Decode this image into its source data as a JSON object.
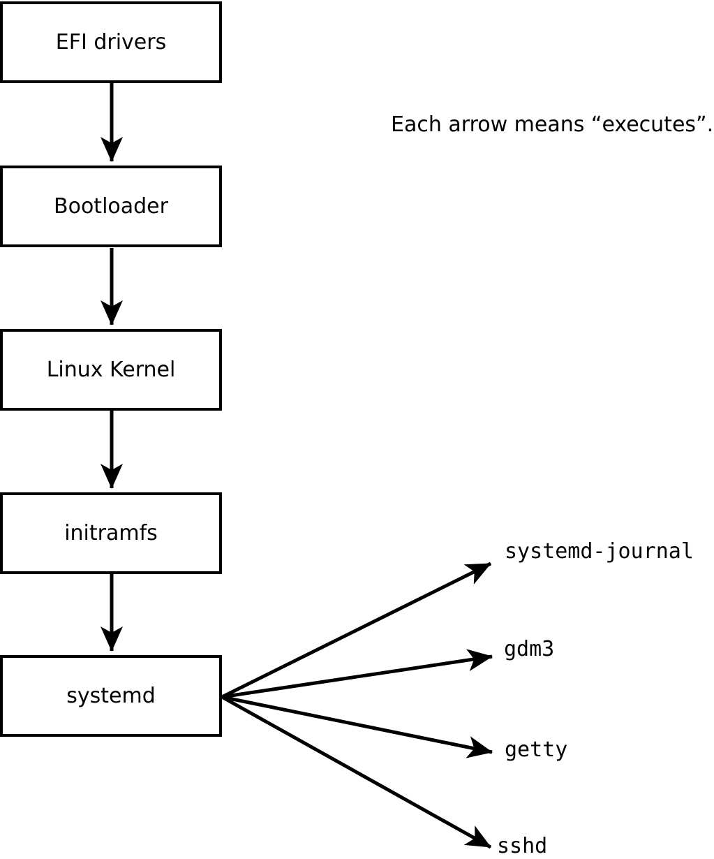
{
  "diagram": {
    "background_color": "#ffffff",
    "line_color": "#000000",
    "annotation": "Each arrow means “executes”.",
    "chain": [
      {
        "label": "EFI drivers"
      },
      {
        "label": "Bootloader"
      },
      {
        "label": "Linux Kernel"
      },
      {
        "label": "initramfs"
      },
      {
        "label": "systemd"
      }
    ],
    "targets": [
      {
        "label": "systemd-journal"
      },
      {
        "label": "gdm3"
      },
      {
        "label": "getty"
      },
      {
        "label": "sshd"
      }
    ]
  }
}
